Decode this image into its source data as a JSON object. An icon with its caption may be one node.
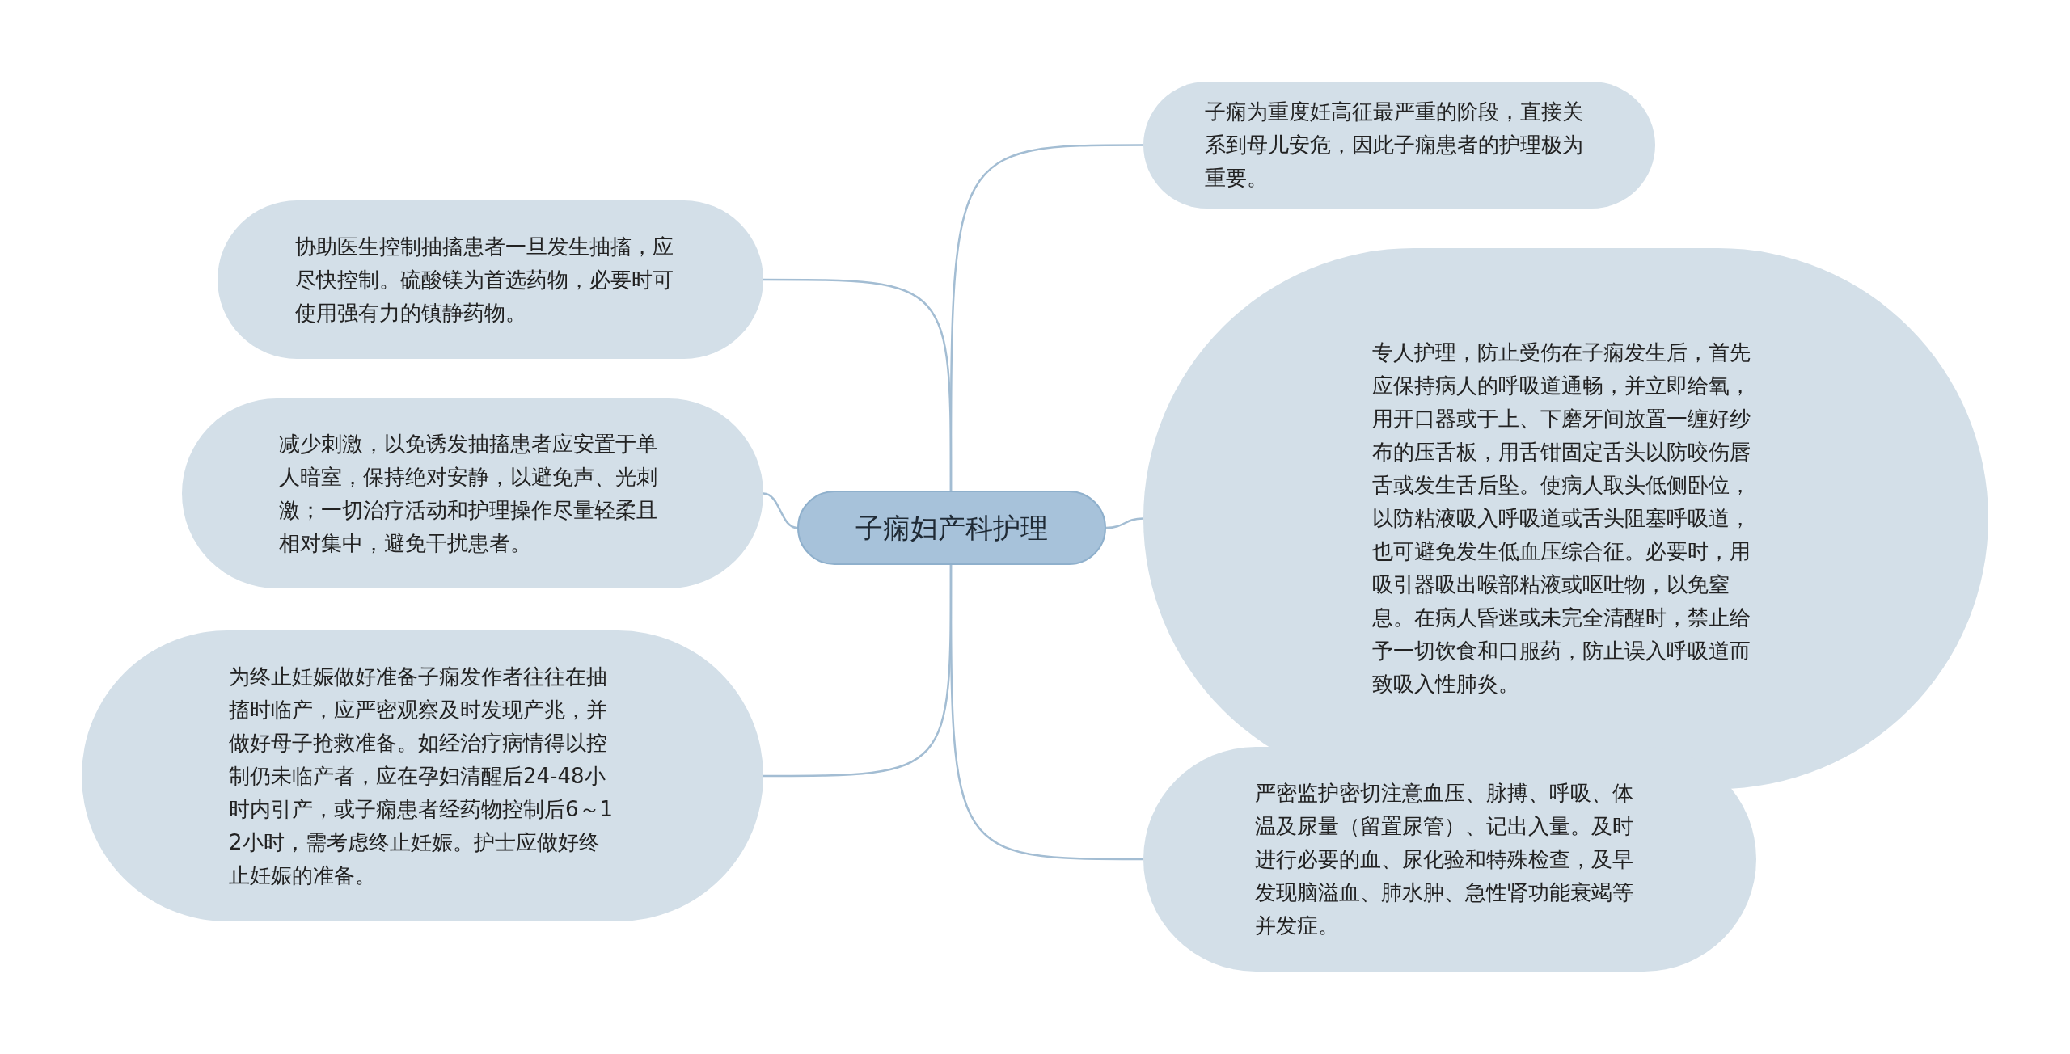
{
  "diagram": {
    "nodes": [
      {
        "text": [
          "子痫妇产科护理"
        ]
      },
      {
        "text": [
          "协助医生控制抽搐患者一旦发生抽搐，应尽快控制。硫酸镁为首选药物，必要时可使用强有力的镇静药物。"
        ]
      },
      {
        "text": [
          "减少刺激，以免诱发抽搐患者应安置于单人暗室，保持绝对安静，以避免声、光刺激；一切治疗活动和护理操作尽量轻柔且相对集中，避免干扰患者。"
        ]
      },
      {
        "text": [
          "为终止妊娠做好准备子痫发作者往往在抽搐时临产，应严密观察及时发现产兆，并做好母子抢救准备。如经治疗病情得以控制仍未临产者，应在孕妇清醒后24-48小时内引产，或子痫患者经药物控制后6～12小时，需考虑终止妊娠。护士应做好终止妊娠的准备。"
        ]
      },
      {
        "text": [
          "子痫为重度妊高征最严重的阶段，直接关系到母儿安危，因此子痫患者的护理极为重要。"
        ]
      },
      {
        "text": [
          "专人护理，防止受伤在子痫发生后，首先应保持病人的呼吸道通畅，并立即给氧，用开口器或于上、下磨牙间放置一缠好纱布的压舌板，用舌钳固定舌头以防咬伤唇舌或发生舌后坠。使病人取头低侧卧位，以防粘液吸入呼吸道或舌头阻塞呼吸道，也可避免发生低血压综合征。必要时，用吸引器吸出喉部粘液或呕吐物，以免窒息。在病人昏迷或未完全清醒时，禁止给予一切饮食和口服药，防止误入呼吸道而致吸入性肺炎。"
        ]
      },
      {
        "text": [
          "严密监护密切注意血压、脉搏、呼吸、体温及尿量（留置尿管）、记出入量。及时进行必要的血、尿化验和特殊检查，及早发现脑溢血、肺水肿、急性肾功能衰竭等并发症。"
        ]
      }
    ],
    "edges": [
      {
        "from": 0,
        "to": 1,
        "arrow": "none"
      },
      {
        "from": 0,
        "to": 2,
        "arrow": "none"
      },
      {
        "from": 0,
        "to": 3,
        "arrow": "none"
      },
      {
        "from": 0,
        "to": 4,
        "arrow": "none"
      },
      {
        "from": 0,
        "to": 5,
        "arrow": "none"
      },
      {
        "from": 0,
        "to": 6,
        "arrow": "none"
      }
    ]
  }
}
